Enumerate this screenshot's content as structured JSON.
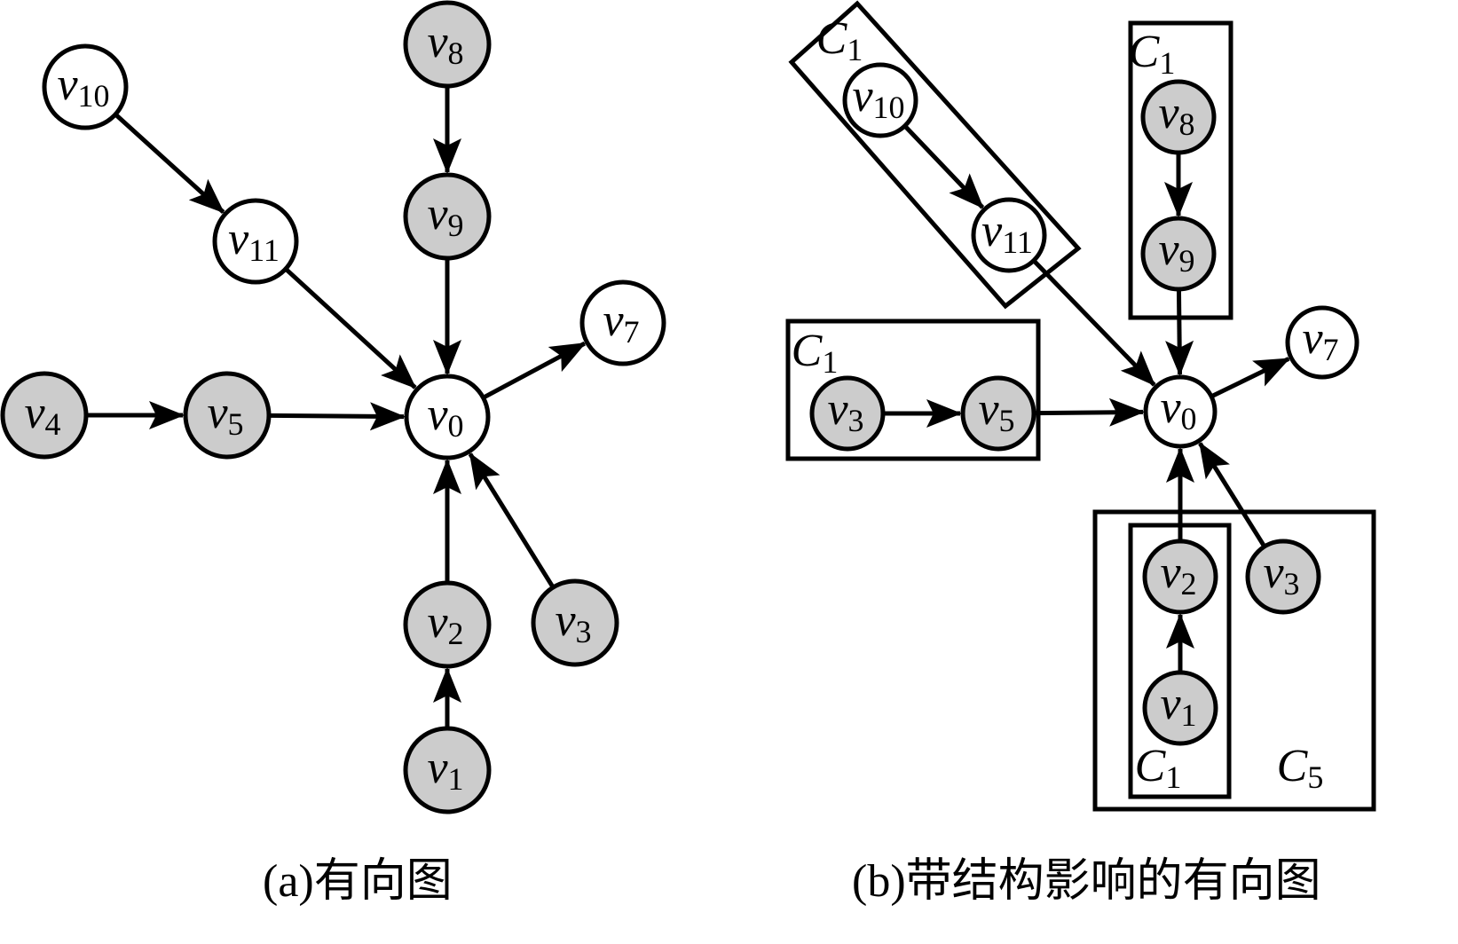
{
  "colors": {
    "highlight_fill": "#cccccc",
    "plain_fill": "#ffffff",
    "stroke": "#000000"
  },
  "panels": [
    {
      "id": "a",
      "caption": "(a)有向图",
      "nodes": [
        {
          "id": "v0",
          "sym": "v",
          "sub": "0",
          "shaded": false
        },
        {
          "id": "v1",
          "sym": "v",
          "sub": "1",
          "shaded": true
        },
        {
          "id": "v2",
          "sym": "v",
          "sub": "2",
          "shaded": true
        },
        {
          "id": "v3",
          "sym": "v",
          "sub": "3",
          "shaded": true
        },
        {
          "id": "v4",
          "sym": "v",
          "sub": "4",
          "shaded": true
        },
        {
          "id": "v5",
          "sym": "v",
          "sub": "5",
          "shaded": true
        },
        {
          "id": "v7",
          "sym": "v",
          "sub": "7",
          "shaded": false
        },
        {
          "id": "v8",
          "sym": "v",
          "sub": "8",
          "shaded": true
        },
        {
          "id": "v9",
          "sym": "v",
          "sub": "9",
          "shaded": true
        },
        {
          "id": "v10",
          "sym": "v",
          "sub": "10",
          "shaded": false
        },
        {
          "id": "v11",
          "sym": "v",
          "sub": "11",
          "shaded": false
        }
      ],
      "edges": [
        {
          "from": "v10",
          "to": "v11"
        },
        {
          "from": "v11",
          "to": "v0"
        },
        {
          "from": "v8",
          "to": "v9"
        },
        {
          "from": "v9",
          "to": "v0"
        },
        {
          "from": "v0",
          "to": "v7"
        },
        {
          "from": "v4",
          "to": "v5"
        },
        {
          "from": "v5",
          "to": "v0"
        },
        {
          "from": "v1",
          "to": "v2"
        },
        {
          "from": "v2",
          "to": "v0"
        },
        {
          "from": "v3",
          "to": "v0"
        }
      ],
      "groups": []
    },
    {
      "id": "b",
      "caption": "(b)带结构影响的有向图",
      "nodes": [
        {
          "id": "v0",
          "sym": "v",
          "sub": "0",
          "shaded": false
        },
        {
          "id": "v1",
          "sym": "v",
          "sub": "1",
          "shaded": true
        },
        {
          "id": "v2",
          "sym": "v",
          "sub": "2",
          "shaded": true
        },
        {
          "id": "v3",
          "sym": "v",
          "sub": "3",
          "shaded": true
        },
        {
          "id": "v3b",
          "sym": "v",
          "sub": "3",
          "shaded": true
        },
        {
          "id": "v5",
          "sym": "v",
          "sub": "5",
          "shaded": true
        },
        {
          "id": "v7",
          "sym": "v",
          "sub": "7",
          "shaded": false
        },
        {
          "id": "v8",
          "sym": "v",
          "sub": "8",
          "shaded": true
        },
        {
          "id": "v9",
          "sym": "v",
          "sub": "9",
          "shaded": true
        },
        {
          "id": "v10",
          "sym": "v",
          "sub": "10",
          "shaded": false
        },
        {
          "id": "v11",
          "sym": "v",
          "sub": "11",
          "shaded": false
        }
      ],
      "edges": [
        {
          "from": "v10",
          "to": "v11"
        },
        {
          "from": "v11",
          "to": "v0"
        },
        {
          "from": "v8",
          "to": "v9"
        },
        {
          "from": "v9",
          "to": "v0"
        },
        {
          "from": "v0",
          "to": "v7"
        },
        {
          "from": "v3b",
          "to": "v5"
        },
        {
          "from": "v5",
          "to": "v0"
        },
        {
          "from": "v1",
          "to": "v2"
        },
        {
          "from": "v2",
          "to": "v0"
        },
        {
          "from": "v3",
          "to": "v0"
        }
      ],
      "groups": [
        {
          "id": "g-v10-v11",
          "sym": "C",
          "sub": "1",
          "members": [
            "v10",
            "v11"
          ]
        },
        {
          "id": "g-v8-v9",
          "sym": "C",
          "sub": "1",
          "members": [
            "v8",
            "v9"
          ]
        },
        {
          "id": "g-v3-v5",
          "sym": "C",
          "sub": "1",
          "members": [
            "v3b",
            "v5"
          ]
        },
        {
          "id": "g-v1-v2",
          "sym": "C",
          "sub": "1",
          "members": [
            "v1",
            "v2"
          ]
        },
        {
          "id": "g-outer",
          "sym": "C",
          "sub": "5",
          "members": [
            "v1",
            "v2",
            "v3"
          ]
        }
      ]
    }
  ]
}
